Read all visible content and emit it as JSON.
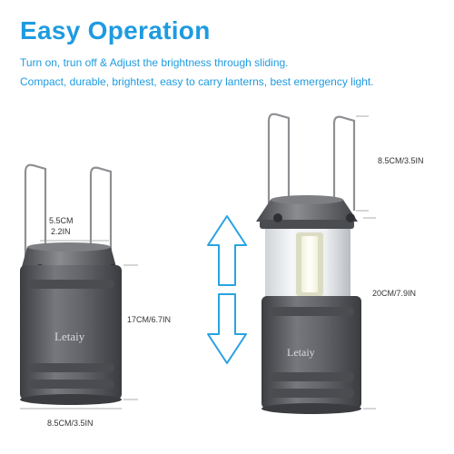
{
  "header": {
    "title": "Easy Operation",
    "line1": "Turn on, trun off & Adjust the brightness through sliding.",
    "line2": "Compact, durable, brightest, easy to carry lanterns, best emergency light."
  },
  "left_lantern": {
    "brand": "Letaiy",
    "dim_top_cm": "5.5CM",
    "dim_top_in": "2.2IN",
    "dim_height": "17CM/6.7IN",
    "dim_width": "8.5CM/3.5IN"
  },
  "right_lantern": {
    "brand": "Letaiy",
    "dim_handle": "8.5CM/3.5IN",
    "dim_height": "20CM/7.9IN"
  },
  "colors": {
    "accent": "#1e9be0",
    "body": "#5f6166",
    "body_dark": "#3f4145",
    "arrow_stroke": "#2aa3e0"
  },
  "icons": {
    "arrow_up": "arrow-up-icon",
    "arrow_down": "arrow-down-icon"
  }
}
